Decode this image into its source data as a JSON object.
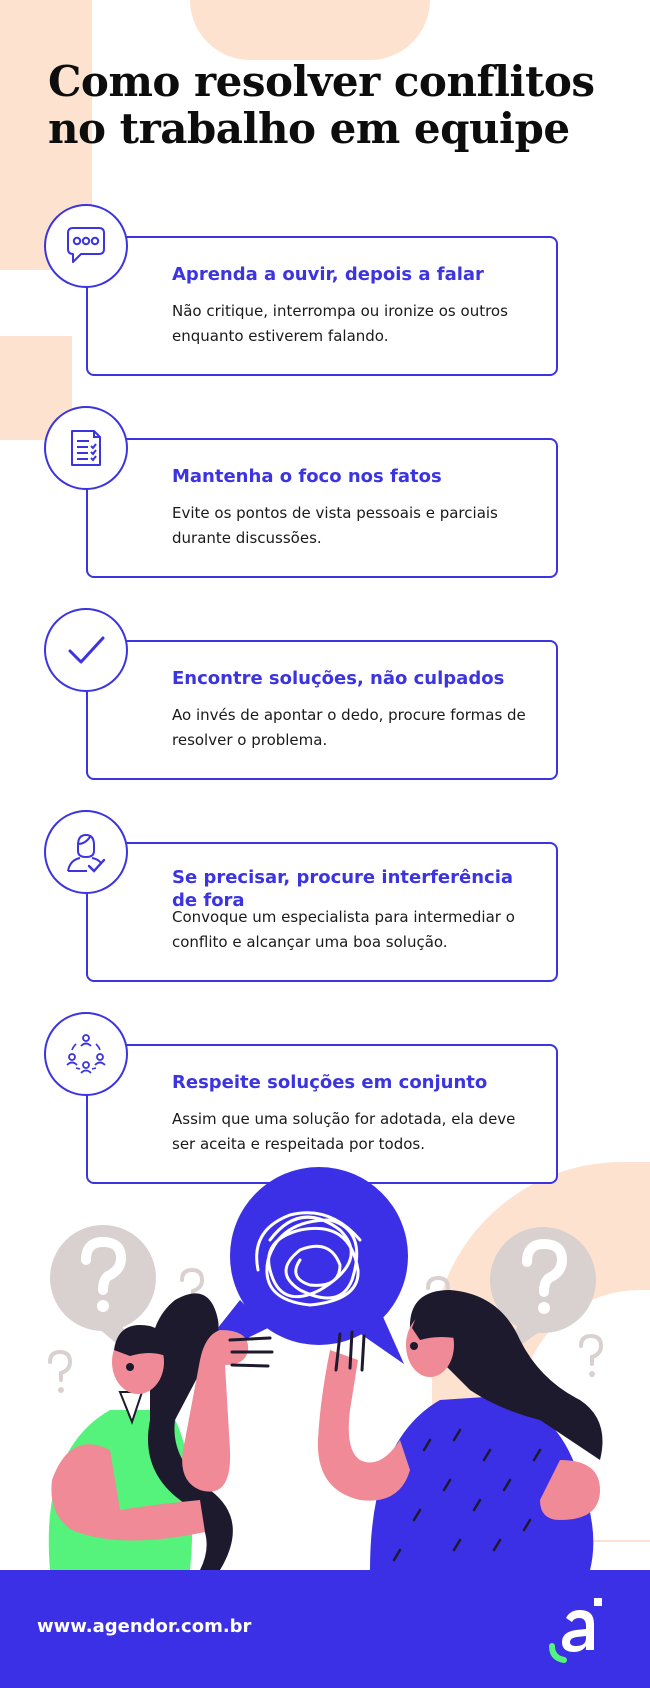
{
  "header": {
    "title_line1": "Como resolver conflitos",
    "title_line2": "no trabalho em equipe"
  },
  "steps": [
    {
      "icon": "speech-bubble-icon",
      "title": "Aprenda a ouvir, depois a falar",
      "text": "Não critique, interrompa ou ironize os outros enquanto estiverem falando."
    },
    {
      "icon": "document-checklist-icon",
      "title": "Mantenha o foco nos fatos",
      "text": "Evite os pontos de vista pessoais e parciais durante discussões."
    },
    {
      "icon": "checkmark-icon",
      "title": "Encontre soluções, não culpados",
      "text": "Ao invés de apontar o dedo, procure formas de resolver o problema."
    },
    {
      "icon": "person-check-icon",
      "title": "Se precisar, procure interferência de fora",
      "text": "Convoque um especialista para intermediar o conflito e alcançar uma boa solução."
    },
    {
      "icon": "group-cycle-icon",
      "title": "Respeite soluções em conjunto",
      "text": "Assim que uma solução for adotada, ela deve ser aceita e respeitada por todos."
    }
  ],
  "footer": {
    "url": "www.agendor.com.br",
    "logo_icon": "agendor-logo-icon"
  },
  "colors": {
    "accent": "#3b34e0",
    "footer_bg": "#3b30e6",
    "peach": "#fde3cf",
    "pink": "#ef8a96",
    "green": "#55f27c",
    "gray": "#d8d1cf",
    "dark": "#1d1a2e"
  }
}
